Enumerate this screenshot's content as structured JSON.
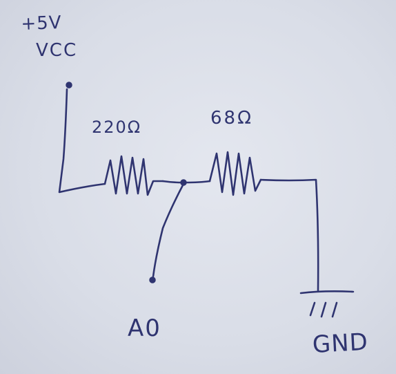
{
  "labels": {
    "supply": "+5V",
    "vcc": "VCC",
    "resistor_1": "220Ω",
    "resistor_2": "68Ω",
    "analog_pin": "A0",
    "ground": "GND"
  },
  "colors": {
    "ink": "#2f3470",
    "paper": "#dfe2ea"
  }
}
